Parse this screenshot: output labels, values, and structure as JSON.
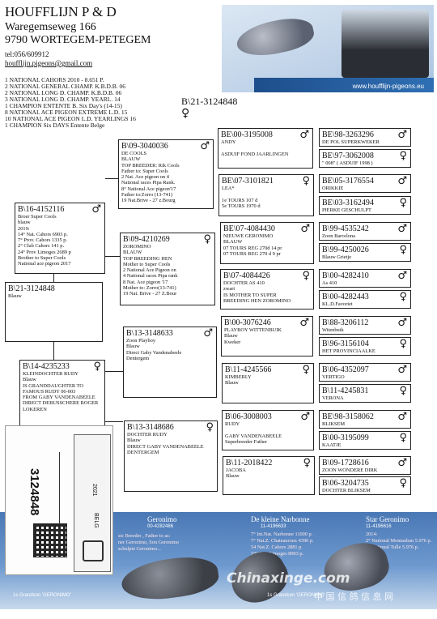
{
  "header": {
    "brand": "HOUFFLIJN P & D",
    "street": "Waregemseweg 166",
    "city": "9790  WORTEGEM-PETEGEM",
    "tel": "tel:056/609912",
    "email": "houfflijn.pigeons@gmail.com",
    "achievements": [
      "1 NATIONAL CAHORS 2010 - 8.651 P.",
      "2 NATIONAL GENERAL CHAMP. K.B.D.B. 06",
      "2 NATIONAL LONG D. CHAMP. K.B.D.B. 06",
      "3 NATIONAL LONG D. CHAMP. YEARL. 14",
      "1 CHAMPION ENTENTE B. Six Day's (14-15)",
      "8 NATIONAL ACE PIGEON EXTREME L.D. 15",
      "10 NATIONAL ACE PIGEON L.D. YEARLINGS 16",
      "1 CHAMPION Six DAYS Entente Belge"
    ],
    "website": "www.houfflijn-pigeons.eu"
  },
  "subject": {
    "ring": "B\\21-3124848",
    "sex_symbol": "♀"
  },
  "pedigree": {
    "g1_left": {
      "ring": "B\\21-3124848",
      "text": "Blauw",
      "sex": ""
    },
    "g2_father": {
      "ring": "B\\16-4152116",
      "sex": "♂",
      "text": "Broer Super Cools\nblauw\n2019:\n14° Nat. Cahors 6903 p.\n7° Prov. Cahors 1335 p.\n2° Club Cahors 141 p.\n24° Prov Limoges 2689 p\nBrother to Super Cools\nNational ace pigeon 2017"
    },
    "g2_mother": {
      "ring": "B\\14-4235233",
      "sex": "♀",
      "text": "KLEINDOCHTER RUDY\nBlauw\nIS GRANDDAUGHTER TO\nFAMOUS RUDY 06-003\nFROM GABY VANDENABEELE\nDIRECT DEBUSSCHERE ROGER\nLOKEREN"
    },
    "g3_ff": {
      "ring": "B\\09-3040036",
      "sex": "♂",
      "text": "DE COOLS\nBLAUW\nTOP BREEDER: Rik Cools\nFather to: Super Cools\n2 Nat. Ace pigeon on 4\nNational races Pipa Rank.\n8° National Ace pigeon'17\nFather to:Zorro (13-741)\n19 Nat.Brive - 27 z.Bourg"
    },
    "g3_fm": {
      "ring": "B\\09-4210269",
      "sex": "♀",
      "text": "ZOROMINO\nBLAUW\nTOP BREEDING HEN\nMother to Super Cools\n2 National Ace Pigeon on\n4 National races Pipa rank\n8 Nat. Ace pigeon '17\nMother to: Zorro(13-741)\n19 Nat. Brive - 27 Z.Bour"
    },
    "g3_mf": {
      "ring": "B\\13-3148633",
      "sex": "♂",
      "text": "Zoon Playboy\nBlauw\nDirect Gaby Vandenabeele\nDentergem"
    },
    "g3_mm": {
      "ring": "B\\13-3148686",
      "sex": "♀",
      "text": "DOCHTER RUDY\nBlauw\nDIRECT GABY VANDENABEELE\nDENTERGEM"
    },
    "g4": [
      {
        "ring": "BE\\00-3195008",
        "sex": "♂",
        "text": "ANDY\n\nASDUIF FOND JAARLINGEN"
      },
      {
        "ring": "BE\\07-3101821",
        "sex": "♀",
        "text": "LEA*\n\n1e TOURS 107 d\n5e TOURS 1970 d"
      },
      {
        "ring": "BE\\07-4084430",
        "sex": "♂",
        "text": "NIEUWE GERONIMO\nBLAUW\n07 TOURS REG 270d 14 pr\n07 TOURS REG 270 d 9 pr"
      },
      {
        "ring": "B\\07-4084426",
        "sex": "♀",
        "text": "DOCHTER AS 410\nzwart\nIS MOTHER TO SUPER\nBREEDING HEN ZOROMINO"
      },
      {
        "ring": "B\\00-3076246",
        "sex": "♂",
        "text": "PLAYBOY WITTENBUIK\nBlauw\nKweker"
      },
      {
        "ring": "B\\11-4245566",
        "sex": "♀",
        "text": "KIMBERLY\nBlauw"
      },
      {
        "ring": "B\\06-3008003",
        "sex": "♂",
        "text": "RUDY\n\nGABY VANDENABEELE\nSuperbreeder Father"
      },
      {
        "ring": "B\\11-2018422",
        "sex": "♀",
        "text": "JACOBA\nBlauw"
      }
    ],
    "g5": [
      {
        "ring": "BE\\98-3263296",
        "sex": "♂",
        "text": "DE POL SUPERKWEKER"
      },
      {
        "ring": "BE\\97-3062008",
        "sex": "♀",
        "text": "\" 008\" ( ASDUIF 1998 )"
      },
      {
        "ring": "BE\\05-3176554",
        "sex": "♂",
        "text": "ORIKKIE"
      },
      {
        "ring": "BE\\03-3162494",
        "sex": "♀",
        "text": "PIERKE GESCHULPT"
      },
      {
        "ring": "B\\99-4535242",
        "sex": "♂",
        "text": "Zoon Barcelona"
      },
      {
        "ring": "B\\99-4250026",
        "sex": "♀",
        "text": "Blauw Grietje"
      },
      {
        "ring": "B\\00-4282410",
        "sex": "♂",
        "text": "As 410"
      },
      {
        "ring": "B\\00-4282443",
        "sex": "♀",
        "text": "KL.D.Favoriet"
      },
      {
        "ring": "B\\88-3206112",
        "sex": "♂",
        "text": "Witenbuik"
      },
      {
        "ring": "B\\96-3156104",
        "sex": "♀",
        "text": "HET PROVINCIAALKE"
      },
      {
        "ring": "B\\06-4352097",
        "sex": "♂",
        "text": "VERTIGO"
      },
      {
        "ring": "B\\11-4245831",
        "sex": "♀",
        "text": "VERONA"
      },
      {
        "ring": "BE\\98-3158062",
        "sex": "♂",
        "text": "BLIKSEM"
      },
      {
        "ring": "B\\00-3195099",
        "sex": "♀",
        "text": "KAATJE"
      },
      {
        "ring": "B\\09-1728616",
        "sex": "♂",
        "text": "ZOON WONDERE DIRK"
      },
      {
        "ring": "B\\06-3204735",
        "sex": "♀",
        "text": "DOCHTER BLIKSEM"
      }
    ]
  },
  "card": {
    "ring_number": "3124848",
    "year_tag": "2021",
    "country_tag": "BELG"
  },
  "footer": {
    "p1_name": "Geronimo",
    "p1_ring": "00-4282486",
    "p1_text": "sic Breeder , Father to as:\nner Geronimo, Son Geronimo\nschulpte Geronimo...",
    "p1_caption": "1s Grandson 'GERONIMO'",
    "p2_name": "De kleine Narbonne",
    "p2_ring": "11-4196633",
    "p2_text": "7° Int.Nat. Narbonne 11000 p.\n7° Nat.Z. Chateauroux 4390 p.\n54 Nat.Z. Cahors 2881 p.\n33° Nat. Limoges 8903 p.",
    "p2_caption": "1s Grandson 'GERONIMO'",
    "p3_name": "Star Geronimo",
    "p3_ring": "11-4196616",
    "p3_text": "2014:\n2° National Montauban 5.976 p.\n2° National Tulle 5.976 p.",
    "watermark": "Chinaxinge.com",
    "watermark_cn": "中 国 信 鸽 信 息 网"
  }
}
